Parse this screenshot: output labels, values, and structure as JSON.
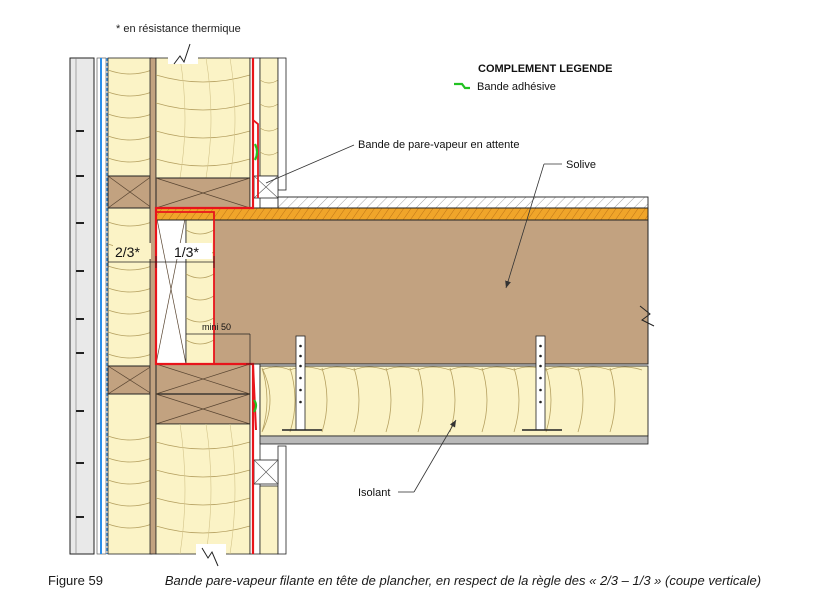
{
  "diagram": {
    "note": "* en résistance thermique",
    "legend": {
      "title": "COMPLEMENT LEGENDE",
      "item": "Bande adhésive",
      "item_color": "#22c222"
    },
    "labels": {
      "vapour_band": "Bande de pare-vapeur en attente",
      "joist": "Solive",
      "insulation": "Isolant",
      "ratio_left": "2/3*",
      "ratio_right": "1/3*",
      "min_dim": "mini 50"
    },
    "colors": {
      "vapour_barrier": "#e8141b",
      "wood": "#c2a280",
      "osb": "#f0a52a",
      "insulation": "#fbf3c6",
      "insulation_line": "#b5a060",
      "rain_screen": "#2b8ee8",
      "ceiling": "#b9b9b9"
    }
  },
  "caption": {
    "number": "Figure 59",
    "text": "Bande pare-vapeur filante en tête de plancher, en respect de la règle des « 2/3 – 1/3 » (coupe verticale)"
  }
}
